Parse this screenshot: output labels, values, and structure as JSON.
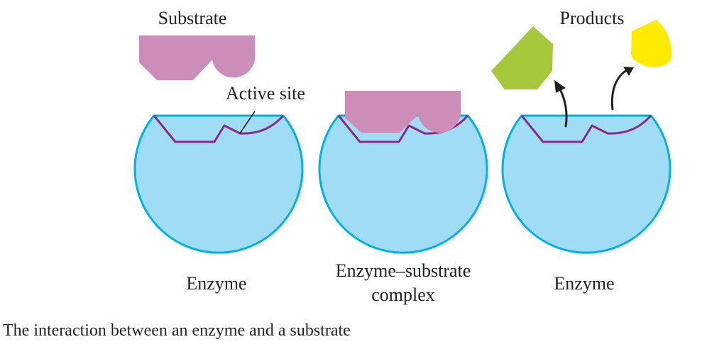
{
  "labels": {
    "substrate": "Substrate",
    "active_site": "Active site",
    "products": "Products",
    "enzyme_left": "Enzyme",
    "complex_line1": "Enzyme–substrate",
    "complex_line2": "complex",
    "enzyme_right": "Enzyme"
  },
  "caption": "The interaction between an enzyme and a substrate",
  "colors": {
    "enzyme_fill": "#a0dcf6",
    "enzyme_outline": "#00b2e3",
    "active_site_outline": "#8b2a86",
    "substrate": "#cc8db8",
    "product_green": "#a5c93a",
    "product_yellow": "#ffeb00",
    "arrow": "#231f20"
  }
}
